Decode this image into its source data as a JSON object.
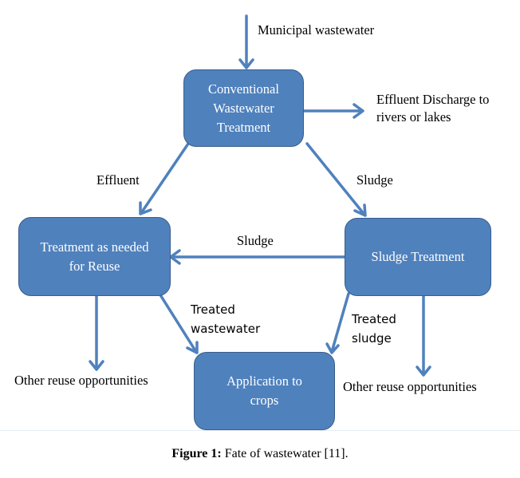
{
  "diagram": {
    "nodes": {
      "conventional": "Conventional\nWastewater\nTreatment",
      "treatment_reuse": "Treatment as needed\nfor Reuse",
      "sludge_treatment": "Sludge Treatment",
      "application": "Application to\ncrops"
    },
    "labels": {
      "municipal": "Municipal wastewater",
      "effluent_discharge": "Effluent Discharge to\nrivers or lakes",
      "effluent": "Effluent",
      "sludge_top": "Sludge",
      "sludge_mid": "Sludge",
      "treated_wastewater": "Treated\nwastewater",
      "treated_sludge": "Treated\nsludge",
      "other_reuse_left": "Other reuse opportunities",
      "other_reuse_right": "Other reuse opportunities"
    },
    "edges": [
      {
        "from": "Municipal wastewater",
        "to": "Conventional Wastewater Treatment"
      },
      {
        "from": "Conventional Wastewater Treatment",
        "to": "Effluent Discharge to rivers or lakes"
      },
      {
        "from": "Conventional Wastewater Treatment",
        "to": "Treatment as needed for Reuse",
        "label": "Effluent"
      },
      {
        "from": "Conventional Wastewater Treatment",
        "to": "Sludge Treatment",
        "label": "Sludge"
      },
      {
        "from": "Sludge Treatment",
        "to": "Treatment as needed for Reuse",
        "label": "Sludge"
      },
      {
        "from": "Treatment as needed for Reuse",
        "to": "Other reuse opportunities"
      },
      {
        "from": "Treatment as needed for Reuse",
        "to": "Application to crops",
        "label": "Treated wastewater"
      },
      {
        "from": "Sludge Treatment",
        "to": "Application to crops",
        "label": "Treated sludge"
      },
      {
        "from": "Sludge Treatment",
        "to": "Other reuse opportunities"
      }
    ],
    "colors": {
      "node_fill": "#4f81bd",
      "node_border": "#385d8a",
      "arrow": "#4f81bd"
    }
  },
  "caption": {
    "prefix": "Figure 1:",
    "text": " Fate of wastewater [11]."
  }
}
